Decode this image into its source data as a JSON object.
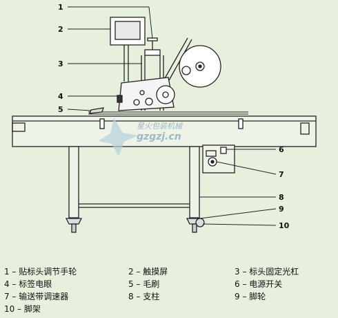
{
  "callouts": [
    "1",
    "2",
    "3",
    "4",
    "5",
    "6",
    "7",
    "8",
    "9",
    "10"
  ],
  "legend": [
    {
      "num": "1",
      "label": "贴标头调节手轮"
    },
    {
      "num": "2",
      "label": "触摸屏"
    },
    {
      "num": "3",
      "label": "标头固定光杠"
    },
    {
      "num": "4",
      "label": "标签电眼"
    },
    {
      "num": "5",
      "label": "毛刷"
    },
    {
      "num": "6",
      "label": "电源开关"
    },
    {
      "num": "7",
      "label": "输送带调速器"
    },
    {
      "num": "8",
      "label": "支柱"
    },
    {
      "num": "9",
      "label": "脚轮"
    },
    {
      "num": "10",
      "label": "脚架"
    }
  ],
  "legend_separator": " – ",
  "watermark": {
    "line1": "星火包装机械",
    "line2": "gzgzj.cn"
  },
  "colors": {
    "background": "#e6f0dc",
    "line": "#222222",
    "watermark": "#9fb8c6"
  }
}
